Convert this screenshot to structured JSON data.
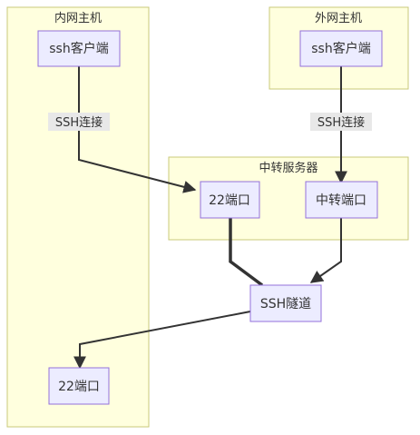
{
  "groups": {
    "intranet": {
      "title": "内网主机"
    },
    "extranet": {
      "title": "外网主机"
    },
    "relay": {
      "title": "中转服务器"
    }
  },
  "nodes": {
    "intranet_client": "ssh客户端",
    "intranet_port22": "22端口",
    "extranet_client": "ssh客户端",
    "relay_port22": "22端口",
    "relay_port": "中转端口",
    "tunnel": "SSH隧道"
  },
  "edges": {
    "intranet_to_relay22": "SSH连接",
    "extranet_to_relayport": "SSH连接"
  },
  "colors": {
    "group_fill": "#ffffde",
    "group_stroke": "#c8c87a",
    "node_fill": "#ececff",
    "node_stroke": "#9370db",
    "edge_stroke": "#333333",
    "label_bg": "#e8e8e8"
  }
}
